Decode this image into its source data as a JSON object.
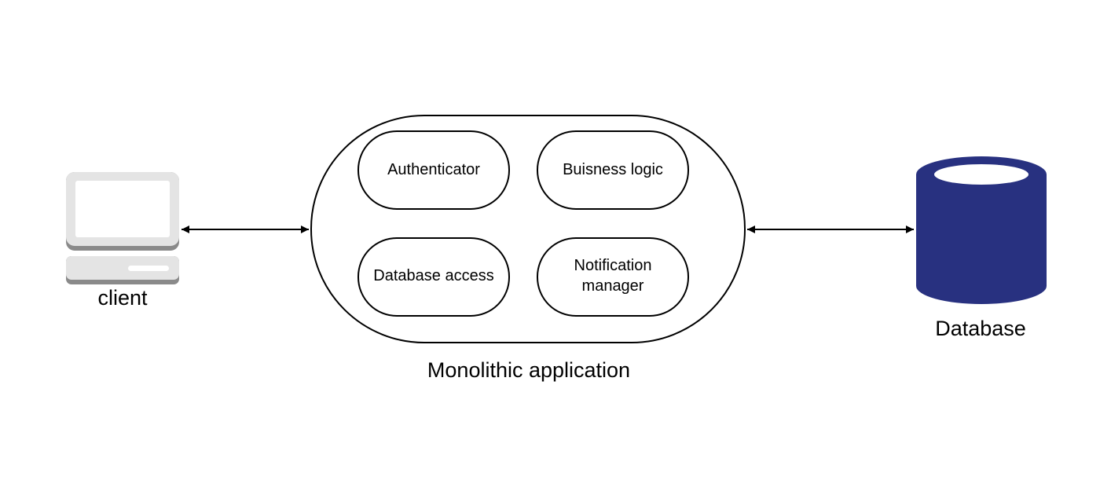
{
  "client": {
    "label": "client",
    "icon": "desktop-computer-icon"
  },
  "database": {
    "label": "Database",
    "icon": "database-cylinder-icon"
  },
  "monolith": {
    "label": "Monolithic application",
    "modules": {
      "authenticator": "Authenticator",
      "business_logic": "Buisness logic",
      "database_access": "Database access",
      "notification_line1": "Notification",
      "notification_line2": "manager"
    }
  },
  "colors": {
    "database_fill": "#283180",
    "database_top": "#ffffff",
    "computer_light": "#e4e4e4",
    "computer_dark": "#8a8a8a",
    "stroke": "#000000"
  }
}
